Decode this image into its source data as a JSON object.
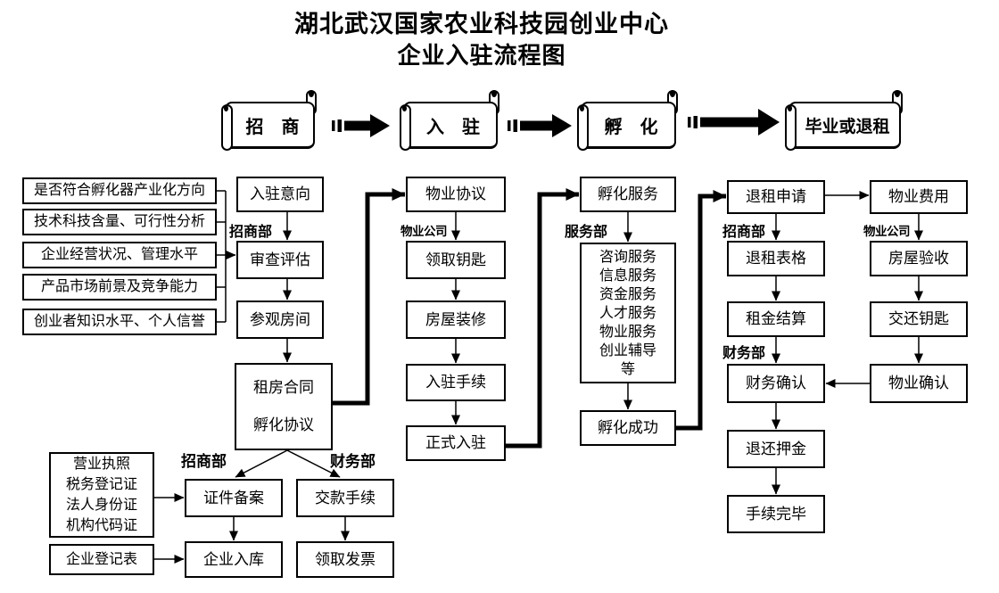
{
  "title": {
    "line1": "湖北武汉国家农业科技园创业中心",
    "line2": "企业入驻流程图"
  },
  "colors": {
    "ink": "#000000",
    "background": "#ffffff"
  },
  "banners": {
    "zhaoshang": "招　商",
    "ruzhu": "入　驻",
    "fuhua": "孵　化",
    "biye": "毕业或退租"
  },
  "criteria": {
    "c1": "是否符合孵化器产业化方向",
    "c2": "技术科技含量、可行性分析",
    "c3": "企业经营状况、管理水平",
    "c4": "产品市场前景及竞争能力",
    "c5": "创业者知识水平、个人信誉"
  },
  "dept_labels": {
    "zhaoshangbu_col2": "招商部",
    "wuye_gongsi_col3": "物业公司",
    "fuwubu_col4": "服务部",
    "zhaoshangbu_col5": "招商部",
    "wuye_gongsi_col6": "物业公司",
    "caiwubu_col5": "财务部",
    "zhaoshangbu_bottom": "招商部",
    "caiwubu_bottom": "财务部"
  },
  "nodes": {
    "ruzhu_yixiang": "入驻意向",
    "shencha_pinggu": "审查评估",
    "canguan_fangjian": "参观房间",
    "zufang_hetong": "租房合同\n孵化协议",
    "docs": "营业执照\n税务登记证\n法人身份证\n机构代码证",
    "qiye_dengjibiao": "企业登记表",
    "zhengjian_beian": "证件备案",
    "jiaokuan_shouxu": "交款手续",
    "qiye_ruku": "企业入库",
    "lingqu_fapiao": "领取发票",
    "wuye_xieyi": "物业协议",
    "lingqu_yaoshi": "领取钥匙",
    "fangwu_zhuangxiu": "房屋装修",
    "ruzhu_shouxu": "入驻手续",
    "zhengshi_ruzhu": "正式入驻",
    "fuhua_fuwu": "孵化服务",
    "services": "咨询服务\n信息服务\n资金服务\n人才服务\n物业服务\n创业辅导\n等",
    "fuhua_chenggong": "孵化成功",
    "tuizu_shenqing": "退租申请",
    "tuizu_biaoge": "退租表格",
    "zujin_jiesuan": "租金结算",
    "caiwu_queren": "财务确认",
    "tuihuan_yajin": "退还押金",
    "shouxu_wanbi": "手续完毕",
    "wuye_feiyong": "物业费用",
    "fangwu_yanshou": "房屋验收",
    "jiaohuan_yaoshi": "交还钥匙",
    "wuye_queren": "物业确认"
  }
}
